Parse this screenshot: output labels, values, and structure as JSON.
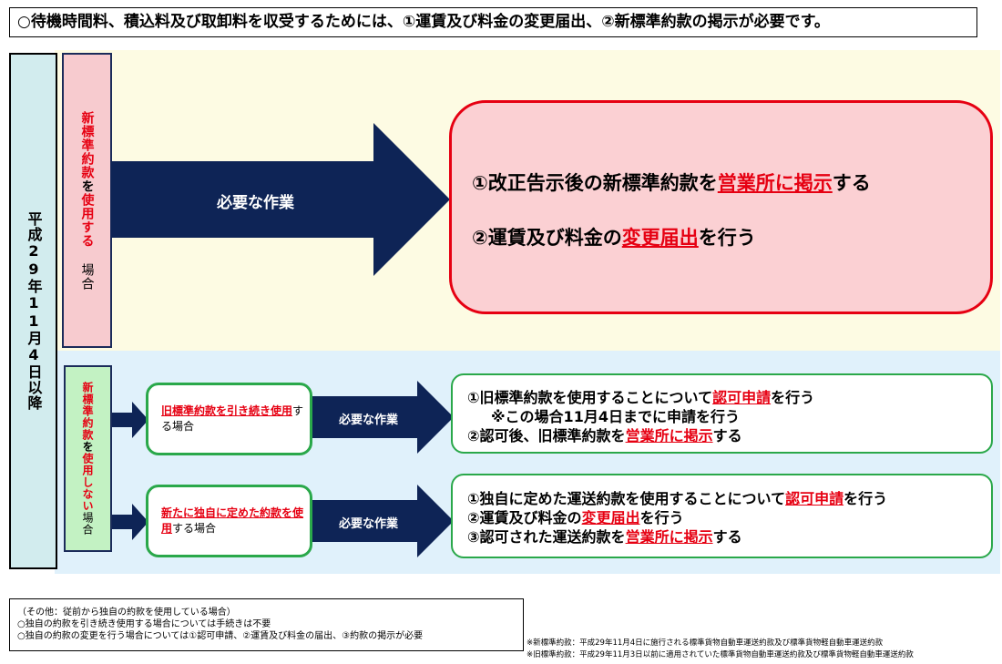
{
  "title": "○待機時間料、積込料及び取卸料を収受するためには、①運賃及び料金の変更届出、②新標準約款の掲示が必要です。",
  "date_label": "平成29年11月4日以降",
  "use_case": {
    "label_red": "新標準約款",
    "label_mid": "を",
    "label_red2": "使用する",
    "label_end": "場合",
    "arrow_label": "必要な作業",
    "step1_a": "①改正告示後の新標準約款を",
    "step1_red": "営業所に掲示",
    "step1_b": "する",
    "step2_a": "②運賃及び料金の",
    "step2_red": "変更届出",
    "step2_b": "を行う"
  },
  "nonuse_case": {
    "label_red": "新標準約款",
    "label_mid": "を",
    "label_red2": "使用しない",
    "label_end": "場合",
    "case1": {
      "red": "旧標準約款を引き続き使用",
      "black": "する場合",
      "arrow_label": "必要な作業",
      "l1a": "①旧標準約款を使用することについて",
      "l1r": "認可申請",
      "l1b": "を行う",
      "l2": "※この場合11月4日までに申請を行う",
      "l3a": "②認可後、旧標準約款を",
      "l3r": "営業所に掲示",
      "l3b": "する"
    },
    "case2": {
      "red": "新たに独自に定めた約款を使用",
      "black": "する場合",
      "arrow_label": "必要な作業",
      "l1a": "①独自に定めた運送約款を使用することについて",
      "l1r": "認可申請",
      "l1b": "を行う",
      "l2a": "②運賃及び料金の",
      "l2r": "変更届出",
      "l2b": "を行う",
      "l3a": "③認可された運送約款を",
      "l3r": "営業所に掲示",
      "l3b": "する"
    }
  },
  "note": {
    "l1": "（その他：従前から独自の約款を使用している場合）",
    "l2": "○独自の約款を引き続き使用する場合については手続きは不要",
    "l3": "○独自の約款の変更を行う場合については①認可申請、②運賃及び料金の届出、③約款の掲示が必要"
  },
  "footnotes": [
    "※新標準約款：平成29年11月4日に施行される標準貨物自動車運送約款及び標準貨物軽自動車運送約款",
    "※旧標準約款：平成29年11月3日以前に適用されていた標準貨物自動車運送約款及び標準貨物軽自動車運送約款"
  ]
}
